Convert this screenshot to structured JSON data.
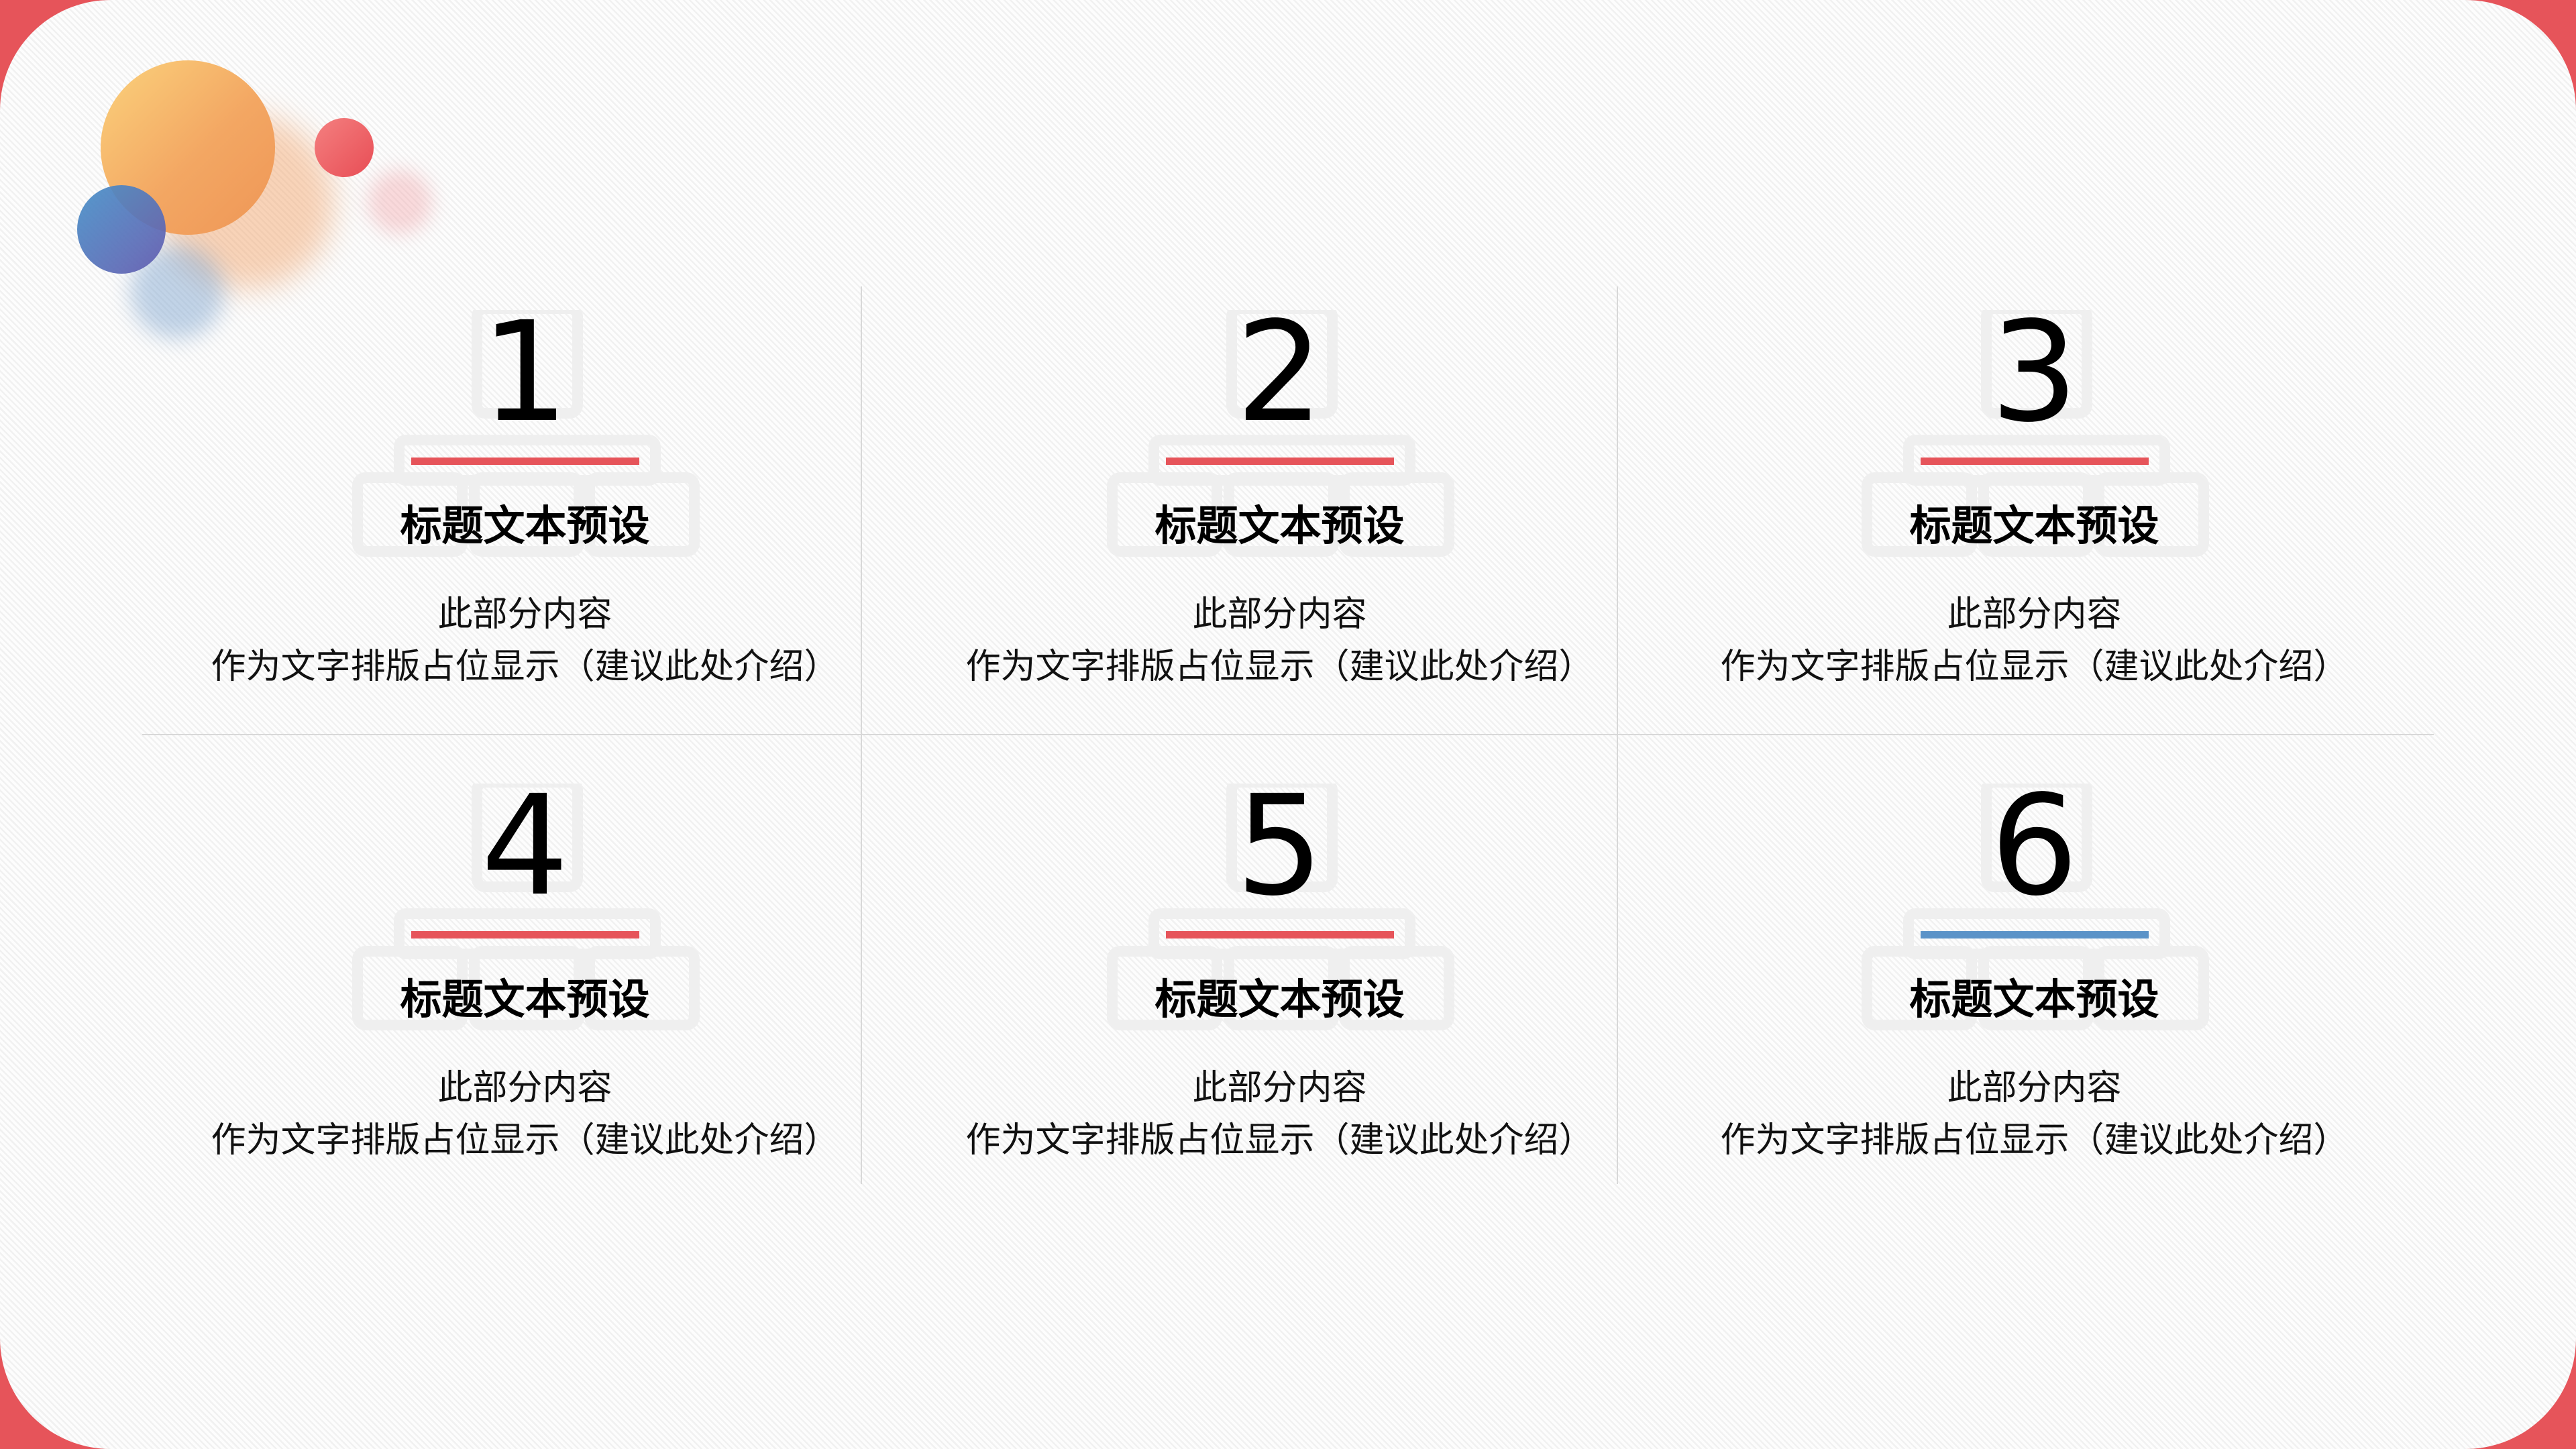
{
  "colors": {
    "frame": "#e6545a",
    "accent_red": "#e6545a",
    "accent_blue": "#5b93c8",
    "divider": "#d8d8d8",
    "icon_stroke": "#efefef"
  },
  "decorations": [
    {
      "name": "orange-circle",
      "color": "#f3a763"
    },
    {
      "name": "blue-circle",
      "color": "#5b7fc0"
    },
    {
      "name": "red-circle",
      "color": "#e84d55"
    }
  ],
  "cards": [
    {
      "number": "1",
      "title": "标题文本预设",
      "desc_line1": "此部分内容",
      "desc_line2": "作为文字排版占位显示（建议此处介绍）",
      "accent_color": "#e6545a",
      "icon": "org-chart-icon"
    },
    {
      "number": "2",
      "title": "标题文本预设",
      "desc_line1": "此部分内容",
      "desc_line2": "作为文字排版占位显示（建议此处介绍）",
      "accent_color": "#e6545a",
      "icon": "org-chart-icon"
    },
    {
      "number": "3",
      "title": "标题文本预设",
      "desc_line1": "此部分内容",
      "desc_line2": "作为文字排版占位显示（建议此处介绍）",
      "accent_color": "#e6545a",
      "icon": "org-chart-icon"
    },
    {
      "number": "4",
      "title": "标题文本预设",
      "desc_line1": "此部分内容",
      "desc_line2": "作为文字排版占位显示（建议此处介绍）",
      "accent_color": "#e6545a",
      "icon": "org-chart-icon"
    },
    {
      "number": "5",
      "title": "标题文本预设",
      "desc_line1": "此部分内容",
      "desc_line2": "作为文字排版占位显示（建议此处介绍）",
      "accent_color": "#e6545a",
      "icon": "org-chart-icon"
    },
    {
      "number": "6",
      "title": "标题文本预设",
      "desc_line1": "此部分内容",
      "desc_line2": "作为文字排版占位显示（建议此处介绍）",
      "accent_color": "#5b93c8",
      "icon": "org-chart-icon"
    }
  ]
}
